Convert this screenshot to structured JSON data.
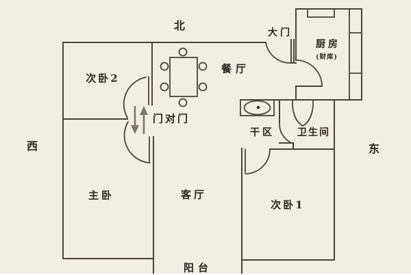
{
  "title": "apartment-floor-plan",
  "colors": {
    "background": "#f1eee3",
    "wall": "#49433b",
    "text": "#2b2620",
    "arrow": "#7d776b"
  },
  "compass": {
    "north": "北",
    "west": "西",
    "east": "东"
  },
  "rooms": {
    "bedroom2": "次卧2",
    "dining": "餐厅",
    "entrance": "大门",
    "kitchen": "厨房",
    "kitchen_note": "(财库)",
    "door_to_door": "门对门",
    "dry_area": "干区",
    "bathroom": "卫生间",
    "master_bedroom": "主卧",
    "living_room": "客厅",
    "bedroom1": "次卧1",
    "balcony": "阳台"
  }
}
